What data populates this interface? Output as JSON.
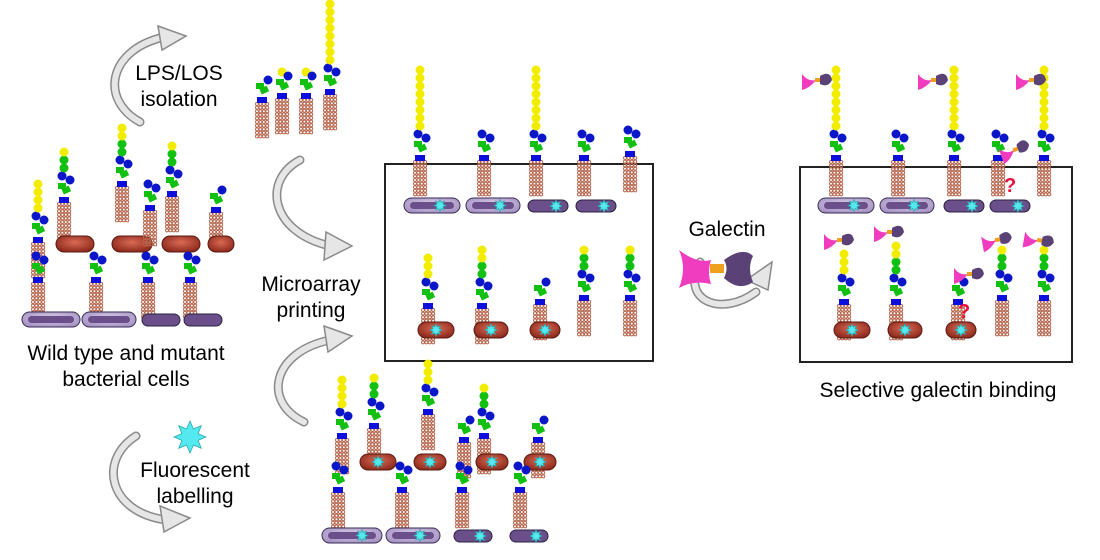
{
  "labels": {
    "lps_isolation_line1": "LPS/LOS",
    "lps_isolation_line2": "isolation",
    "microarray_line1": "Microarray",
    "microarray_line2": "printing",
    "cells_line1": "Wild type and mutant",
    "cells_line2": "bacterial cells",
    "fluorescent_line1": "Fluorescent",
    "fluorescent_line2": "labelling",
    "galectin": "Galectin",
    "selective_binding": "Selective galectin binding",
    "question_mark": "?"
  },
  "colors": {
    "galactose": "#f2ec00",
    "glucose": "#0a16c8",
    "heptose": "#11c011",
    "kdo": "#0d0ddc",
    "lipid": "#b8674f",
    "cell_capsule": "#b6a6d2",
    "cell_rod": "#6b4f8a",
    "cell_round": "#b6402e",
    "fluorophore": "#54e9ee",
    "galectin_crd_pink": "#f03cbf",
    "galectin_crd_purple": "#5a4277",
    "galectin_linker": "#f0a020",
    "question": "#e8103c",
    "arrow_fill": "#e6e6e6",
    "arrow_stroke": "#8a8a8a"
  }
}
